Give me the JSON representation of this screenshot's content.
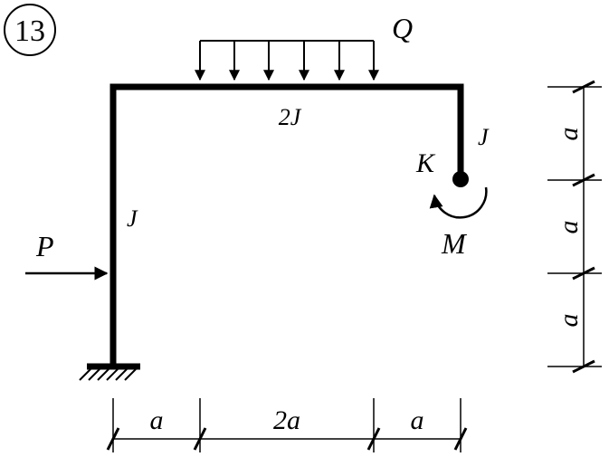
{
  "problem_number": "13",
  "labels": {
    "load_q": "Q",
    "beam_rigidity": "2J",
    "right_column_rigidity": "J",
    "left_column_rigidity": "J",
    "point_k": "K",
    "moment_m": "M",
    "force_p": "P"
  },
  "dimensions": {
    "bottom": [
      "a",
      "2a",
      "a"
    ],
    "right": [
      "a",
      "a",
      "a"
    ]
  },
  "colors": {
    "ink": "#000000",
    "background": "#ffffff"
  }
}
